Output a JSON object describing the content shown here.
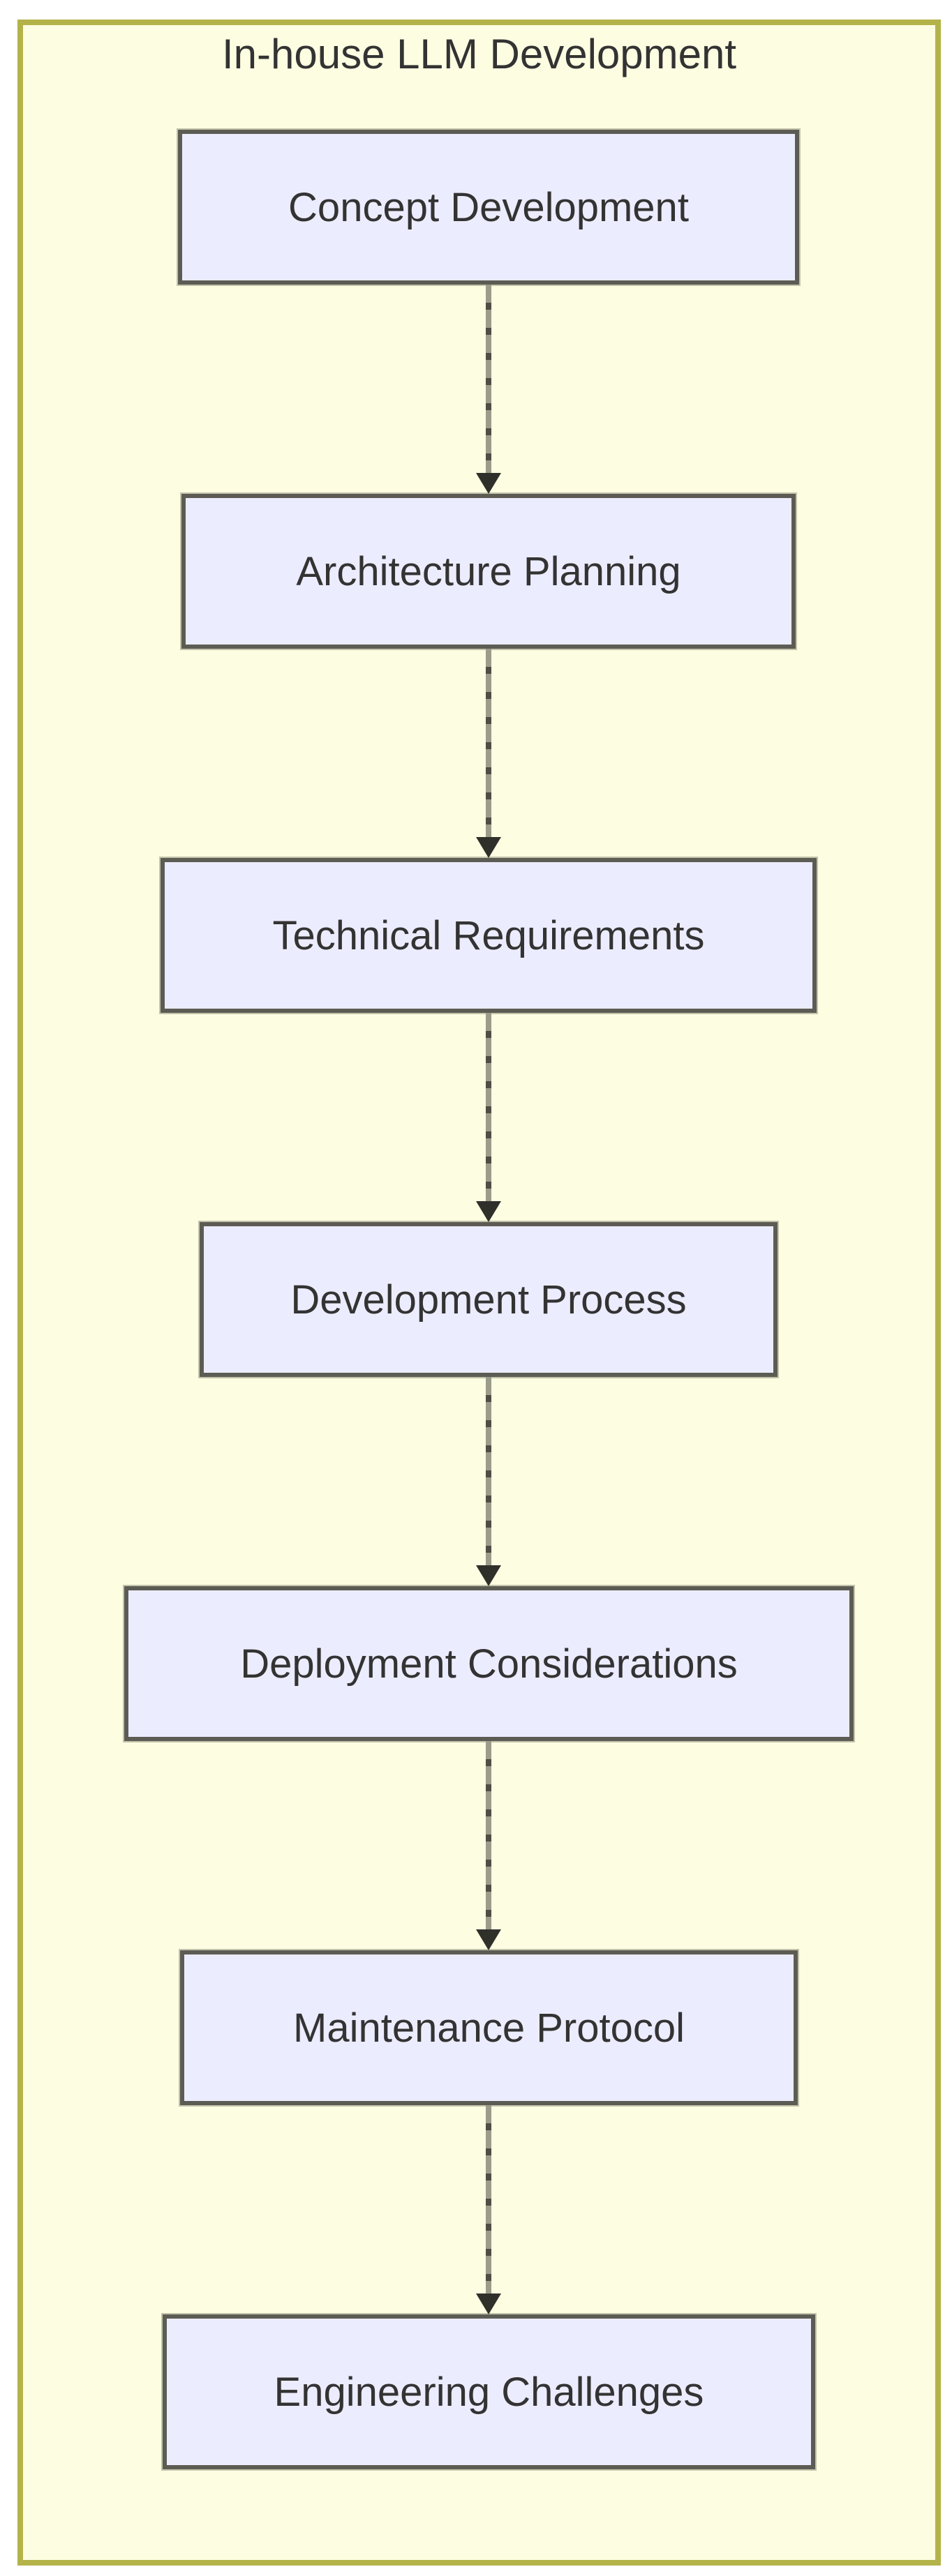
{
  "diagram": {
    "title": "In-house LLM Development",
    "type": "flowchart-top-down",
    "nodes": [
      {
        "id": "n1",
        "label": "Concept Development"
      },
      {
        "id": "n2",
        "label": "Architecture Planning"
      },
      {
        "id": "n3",
        "label": "Technical Requirements"
      },
      {
        "id": "n4",
        "label": "Development Process"
      },
      {
        "id": "n5",
        "label": "Deployment Considerations"
      },
      {
        "id": "n6",
        "label": "Maintenance Protocol"
      },
      {
        "id": "n7",
        "label": "Engineering Challenges"
      }
    ],
    "edges": [
      {
        "from": "n1",
        "to": "n2",
        "style": "dashed-arrow"
      },
      {
        "from": "n2",
        "to": "n3",
        "style": "dashed-arrow"
      },
      {
        "from": "n3",
        "to": "n4",
        "style": "dashed-arrow"
      },
      {
        "from": "n4",
        "to": "n5",
        "style": "dashed-arrow"
      },
      {
        "from": "n5",
        "to": "n6",
        "style": "dashed-arrow"
      },
      {
        "from": "n6",
        "to": "n7",
        "style": "dashed-arrow"
      }
    ],
    "colors": {
      "page_background": "#ffffff",
      "cluster_fill": "#fdfde2",
      "cluster_border": "#b3b34a",
      "node_fill": "#ececff",
      "node_border": "#5c5c54",
      "text": "#333333",
      "arrow": "#30302b"
    }
  }
}
